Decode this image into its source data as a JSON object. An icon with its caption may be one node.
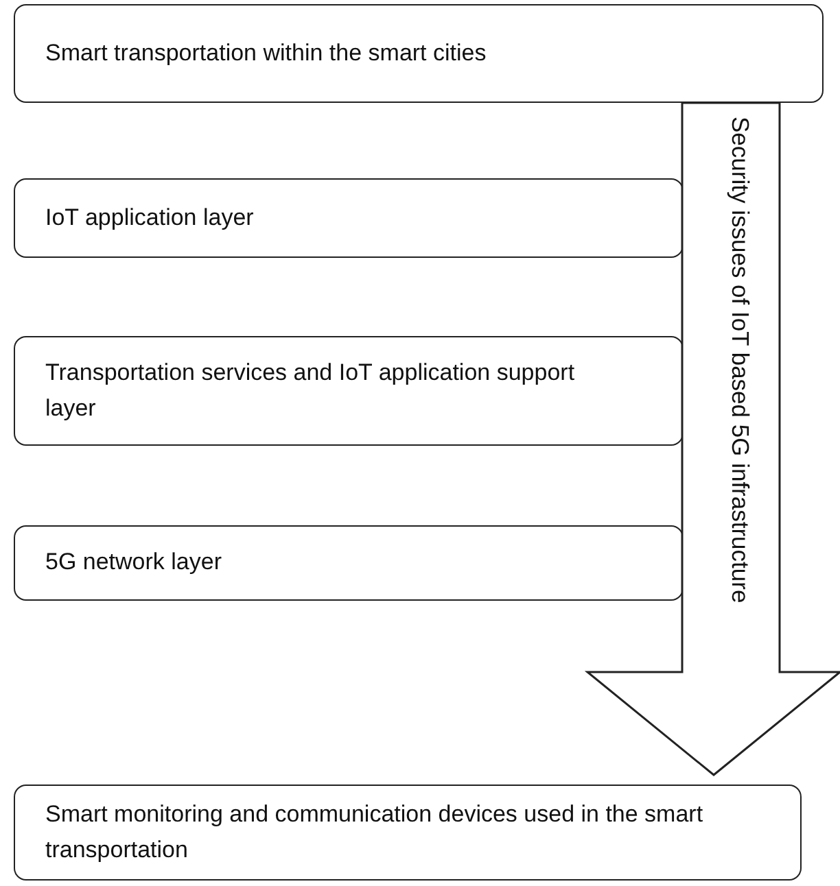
{
  "diagram": {
    "nodes": [
      {
        "text": [
          "Smart transportation within the smart cities"
        ]
      },
      {
        "text": [
          "IoT application layer"
        ]
      },
      {
        "text": [
          "Transportation services and IoT application support layer"
        ]
      },
      {
        "text": [
          "5G network layer"
        ]
      },
      {
        "text": [
          "Security issues of IoT based 5G infrastructure"
        ]
      },
      {
        "text": [
          "Smart monitoring and communication devices used in the smart transportation"
        ]
      }
    ]
  }
}
